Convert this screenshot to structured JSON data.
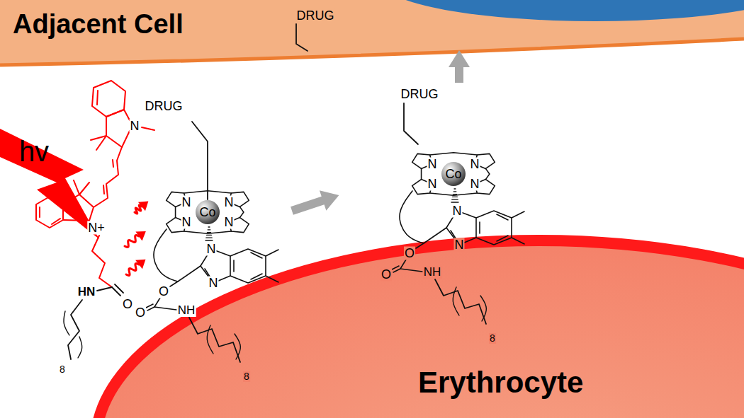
{
  "diagram": {
    "nodes": [
      {
        "text": [
          "Adjacent Cell"
        ]
      },
      {
        "text": [
          "Erythrocyte"
        ]
      }
    ],
    "labels": [
      "DRUG",
      "DRUG",
      "hv",
      "N",
      "DRUG",
      "Co",
      "N",
      "N",
      "N",
      "N",
      "N",
      "N",
      "O",
      "O",
      "NH",
      "8",
      "N+",
      "HN",
      "O",
      "8",
      "Co",
      "N",
      "N",
      "N",
      "N",
      "N",
      "N",
      "O",
      "O",
      "NH",
      "8"
    ]
  }
}
